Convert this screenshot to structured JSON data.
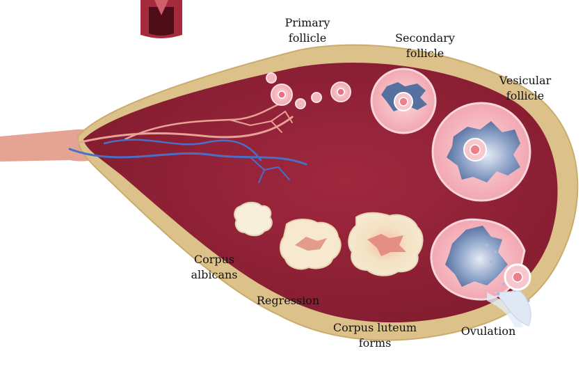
{
  "labels": {
    "primary_follicle": [
      "Primary",
      "follicle"
    ],
    "secondary_follicle": [
      "Secondary",
      "follicle"
    ],
    "vesicular_follicle": [
      "Vesicular",
      "follicle"
    ],
    "ovulation": [
      "Ovulation"
    ],
    "corpus_luteum_forms": [
      "Corpus luteum",
      "forms"
    ],
    "regression": [
      "Regression"
    ],
    "corpus_albicans": [
      "Corpus",
      "albicans"
    ]
  },
  "colors": {
    "capsule": "#d9bf85",
    "stroma": "#8e2035",
    "stroma_dark": "#6d1226",
    "ligament": "#e39e8f",
    "follicle": "#f6b6bf",
    "antrum": "#56709f",
    "artery": "#e8a296",
    "vein": "#4a6fc9",
    "luteum": "#f5e6c6",
    "albicans": "#f6eddb"
  }
}
